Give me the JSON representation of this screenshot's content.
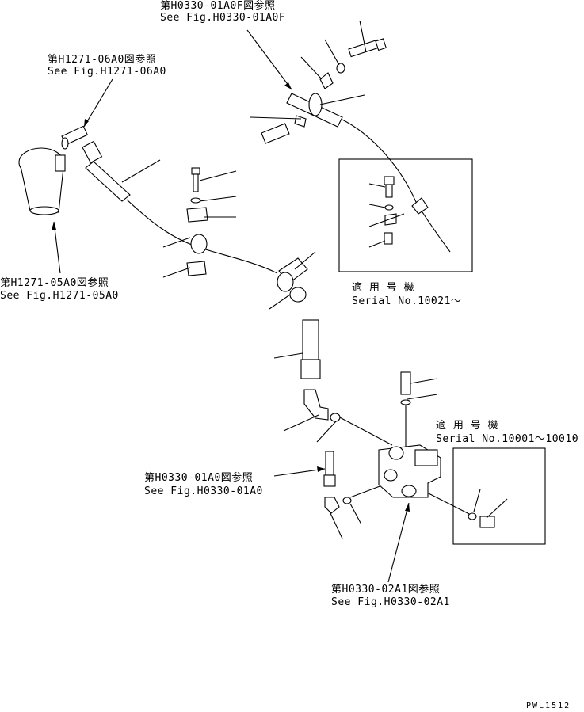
{
  "references": {
    "top": {
      "jp": "第H0330-01A0F図参照",
      "en": "See Fig.H0330-01A0F"
    },
    "upper_left": {
      "jp": "第H1271-06A0図参照",
      "en": "See Fig.H1271-06A0"
    },
    "filter": {
      "jp": "第H1271-05A0図参照",
      "en": "See Fig.H1271-05A0"
    },
    "middle": {
      "jp": "第H0330-01A0図参照",
      "en": "See Fig.H0330-01A0"
    },
    "bottom": {
      "jp": "第H0330-02A1図参照",
      "en": "See Fig.H0330-02A1"
    }
  },
  "serial_boxes": {
    "upper": {
      "jp": "適 用 号 機",
      "en": "Serial No.10021～"
    },
    "lower": {
      "jp": "適 用 号 機",
      "en": "Serial No.10001～10010"
    }
  },
  "drawing_code": "PWL1512"
}
